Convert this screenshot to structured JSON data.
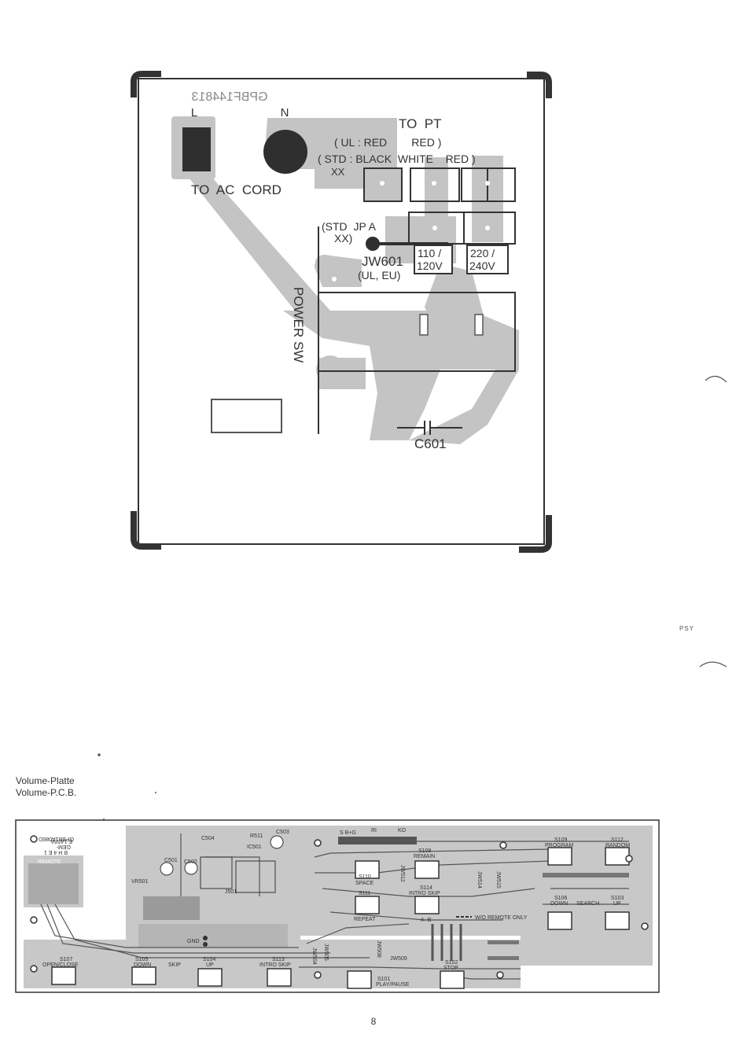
{
  "power_board": {
    "part_code": "GPBF144813",
    "labels": {
      "L": "L",
      "N": "N",
      "to_pt": "TO  PT",
      "ul_line": "( UL : RED        RED )",
      "std_line": "( STD : BLACK  WHITE    RED )",
      "xx1": "XX",
      "to_ac_cord": "TO  AC  CORD",
      "std_jpa": "(STD  JP A",
      "xx2": "XX)",
      "jw601": "JW601",
      "ul_eu": "(UL, EU)",
      "v110_120": [
        "110 /",
        "120V"
      ],
      "v220_240": [
        "220 /",
        "240V"
      ],
      "power_sw": "POWER SW",
      "c601": "C601"
    }
  },
  "caption": {
    "line1": "Volume-Platte",
    "line2": "Volume-P.C.B."
  },
  "volume_board": {
    "codes": [
      "GPBB1A086D",
      "E 1A58A",
      "GEM-",
      "B H 4 E 1"
    ],
    "remote": "REMOTE",
    "labels": {
      "s107": [
        "S107",
        "OPEN/CLOSE"
      ],
      "s105": [
        "S105",
        "DOWN"
      ],
      "skip": "SKIP",
      "s104": [
        "S104",
        "UP"
      ],
      "s113": [
        "S113",
        "INTRO SKIP"
      ],
      "s101": [
        "S101",
        "PLAY/PAUSE"
      ],
      "s102": [
        "S102",
        "STOP"
      ],
      "jw509": "JW509",
      "s110": [
        "S110",
        "SPACE"
      ],
      "s111": [
        "S111",
        "REPEAT"
      ],
      "s108": [
        "S108",
        "REMAIN"
      ],
      "s114": [
        "S114",
        "INTRO SKIP"
      ],
      "ab": "A−B",
      "sbg": "S B+G",
      "ri": "RI",
      "ko": "KO",
      "jw512": "JW512",
      "jw514": "JW514",
      "jw515": "JW515",
      "wo_remote": "W/O  REMOTE  ONLY",
      "s109": [
        "S109",
        "PROGRAM"
      ],
      "s112": [
        "S112",
        "RANDOM"
      ],
      "s106": [
        "S106",
        "DOWN"
      ],
      "search": "SEARCH",
      "s103": [
        "S103",
        "UP"
      ],
      "vr501": "VR501",
      "gnd": "GND",
      "j501": "J501",
      "r511": "R511",
      "c503": "C503",
      "c504": "C504",
      "ic501": "IC501",
      "c501": "C501",
      "c502": "C502",
      "jw508": "JW508",
      "jw504": "JW504",
      "jw505": "JW505"
    }
  },
  "page_number": "8",
  "margin_mark": "PSY"
}
